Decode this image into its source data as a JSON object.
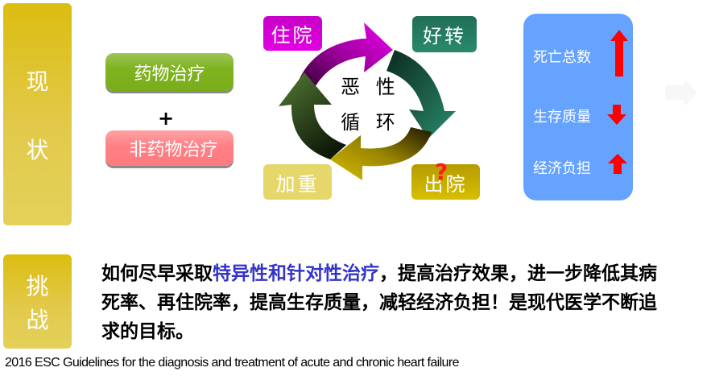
{
  "status": {
    "label_chars": [
      "现",
      "状"
    ],
    "treatments": {
      "drug": "药物治疗",
      "plus": "+",
      "non_drug": "非药物治疗"
    }
  },
  "cycle": {
    "center_lines": [
      "恶 性",
      "循 环"
    ],
    "stages": {
      "hospitalization": "住院",
      "improvement": "好转",
      "discharge": "出院",
      "discharge_mark": "?",
      "worsening": "加重"
    },
    "colors": {
      "hospitalization": "#d400d4",
      "improvement": "#237a5f",
      "discharge": "#c8ac00",
      "worsening": "#4a6b2a"
    }
  },
  "outcomes": [
    {
      "label": "死亡总数",
      "direction": "up",
      "size": "large"
    },
    {
      "label": "生存质量",
      "direction": "down",
      "size": "small"
    },
    {
      "label": "经济负担",
      "direction": "up",
      "size": "small"
    }
  ],
  "challenge": {
    "label_chars": [
      "挑",
      "战"
    ],
    "text_before": "如何尽早采取",
    "text_highlight": "特异性和针对性治疗",
    "text_after": "，提高治疗效果，进一步降低其病死率、再住院率，提高生存质量，减轻经济负担！是现代医学不断追求的目标。"
  },
  "citation": "2016 ESC Guidelines for the diagnosis and treatment of acute and chronic heart failure"
}
